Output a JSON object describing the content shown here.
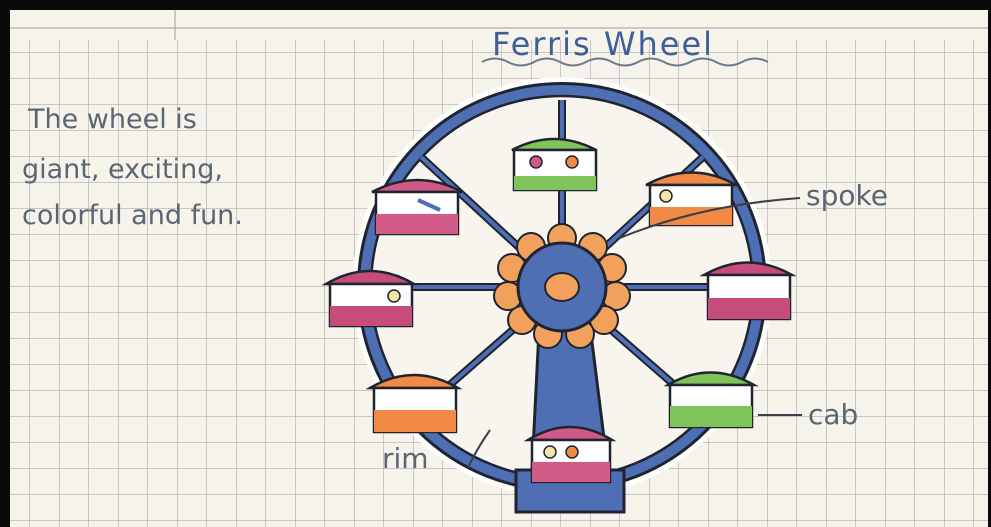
{
  "note": {
    "title": "Ferris Wheel",
    "description_lines": [
      "The wheel is",
      "giant, exciting,",
      "colorful and fun."
    ]
  },
  "labels": {
    "spoke": "spoke",
    "cab": "cab",
    "rim": "rim"
  },
  "colors": {
    "paper": "#f6f3ea",
    "grid": "#8a8c92",
    "ink": "#5b6673",
    "title_ink": "#3f5f98",
    "wheel_blue": "#4f6fb5",
    "hub_orange": "#f2a15c",
    "cab_pink": "#d25a86",
    "cab_orange": "#f08a45",
    "cab_green": "#7fc45a",
    "frame": "#1f2430"
  }
}
